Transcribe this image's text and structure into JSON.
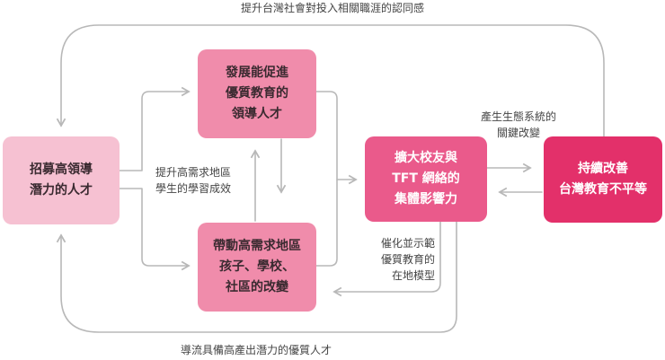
{
  "colors": {
    "line": "#b8b8b8",
    "box_light": "#f6c1d2",
    "box_mid": "#f08cab",
    "box_strong": "#ea5a8b",
    "box_accent": "#e3306a",
    "text_dark": "#3a2a30",
    "text_light": "#ffffff"
  },
  "boxes": {
    "recruit": {
      "lines": [
        "招募高領導",
        "潛力的人才"
      ]
    },
    "develop": {
      "lines": [
        "發展能促進",
        "優質教育的",
        "領導人才"
      ]
    },
    "drive": {
      "lines": [
        "帶動高需求地區",
        "孩子、學校、",
        "社區的改變"
      ]
    },
    "alumni": {
      "lines": [
        "擴大校友與",
        "TFT 網絡的",
        "集體影響力"
      ]
    },
    "sustain": {
      "lines": [
        "持續改善",
        "台灣教育不平等"
      ]
    }
  },
  "labels": {
    "top": "提升台灣社會對投入相關職涯的認同感",
    "bottom": "導流具備高產出潛力的優質人才",
    "middle": [
      "提升高需求地區",
      "學生的學習成效"
    ],
    "ecosystem": [
      "產生生態系統的",
      "關鍵改變"
    ],
    "model": [
      "催化並示範",
      "優質教育的",
      "在地模型"
    ]
  }
}
